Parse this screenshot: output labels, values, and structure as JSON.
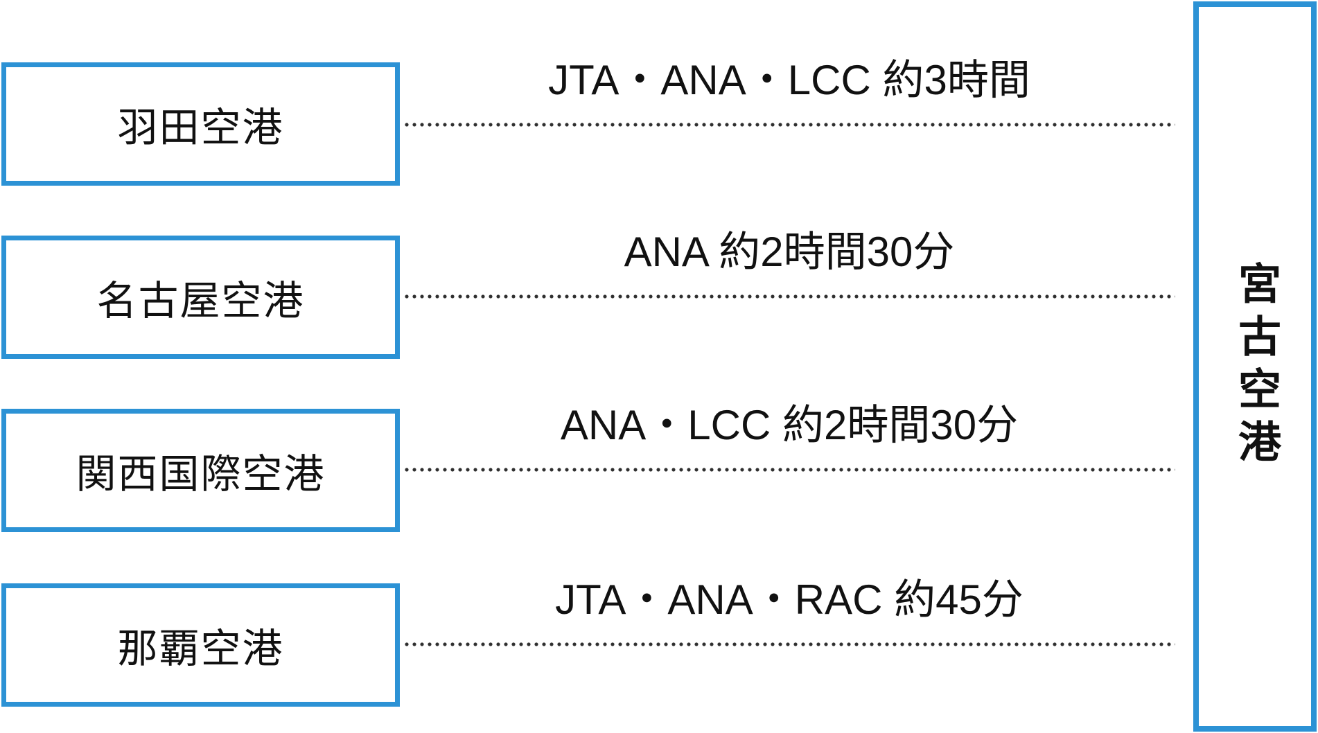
{
  "diagram": {
    "destination": {
      "name": "宮古空港"
    },
    "routes": [
      {
        "origin": "羽田空港",
        "info": "JTA・ANA・LCC 約3時間"
      },
      {
        "origin": "名古屋空港",
        "info": "ANA 約2時間30分"
      },
      {
        "origin": "関西国際空港",
        "info": "ANA・LCC 約2時間30分"
      },
      {
        "origin": "那覇空港",
        "info": "JTA・ANA・RAC 約45分"
      }
    ],
    "colors": {
      "box_border_blue": "#2C92D5",
      "text": "#111111",
      "dotted_line": "#2F2F2F",
      "background": "#FFFFFF"
    }
  }
}
